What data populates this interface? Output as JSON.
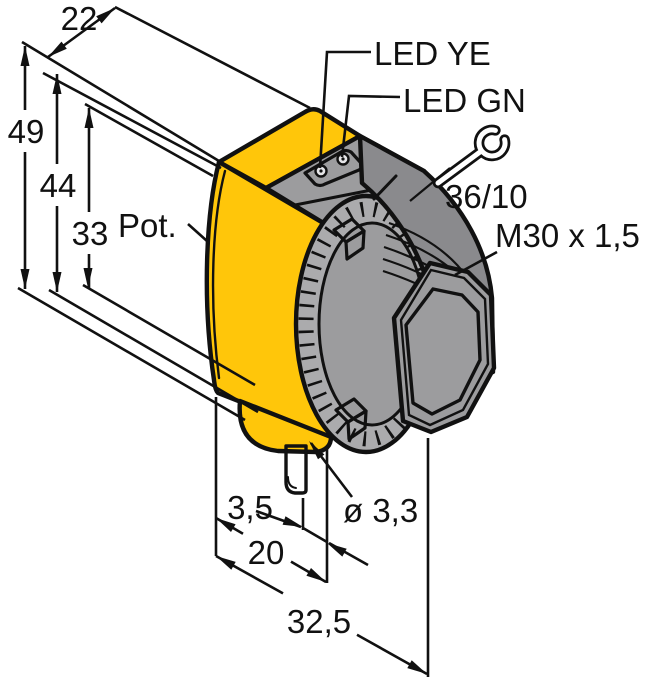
{
  "drawing": {
    "kind": "technical-dimension-drawing",
    "subject": "photoelectric sensor with M30 lens head, bottom cable exit",
    "background": "#ffffff",
    "colors": {
      "body_yellow": "#ffc60a",
      "housing_gray": "#9c9c9e",
      "housing_gray_dark": "#8a8a8d",
      "knurl_gray": "#ababad",
      "bezel_gray": "#9c9c9e",
      "lens_gray": "#707074",
      "cable_gray": "#c8c8ca",
      "clip_gray_light": "#b8b8ba",
      "clip_gray_dark": "#77777a",
      "led_plate_gray": "#d8d8da",
      "line_black": "#111111"
    },
    "dimensions": {
      "depth": {
        "text": "22"
      },
      "total_height": {
        "text": "49"
      },
      "body_height": {
        "text": "44"
      },
      "pot_height": {
        "text": "33"
      },
      "cable_offset": {
        "text": "3,5"
      },
      "cable_position": {
        "text": "20"
      },
      "total_length": {
        "text": "32,5"
      }
    },
    "labels": {
      "potentiometer": "Pot.",
      "led_yellow": "LED YE",
      "led_green": "LED GN",
      "wrench_size": "36/10",
      "thread": "M30 x 1,5",
      "cable_diameter": "ø 3,3"
    },
    "icons": {
      "wrench": "open-end-wrench-icon"
    }
  }
}
